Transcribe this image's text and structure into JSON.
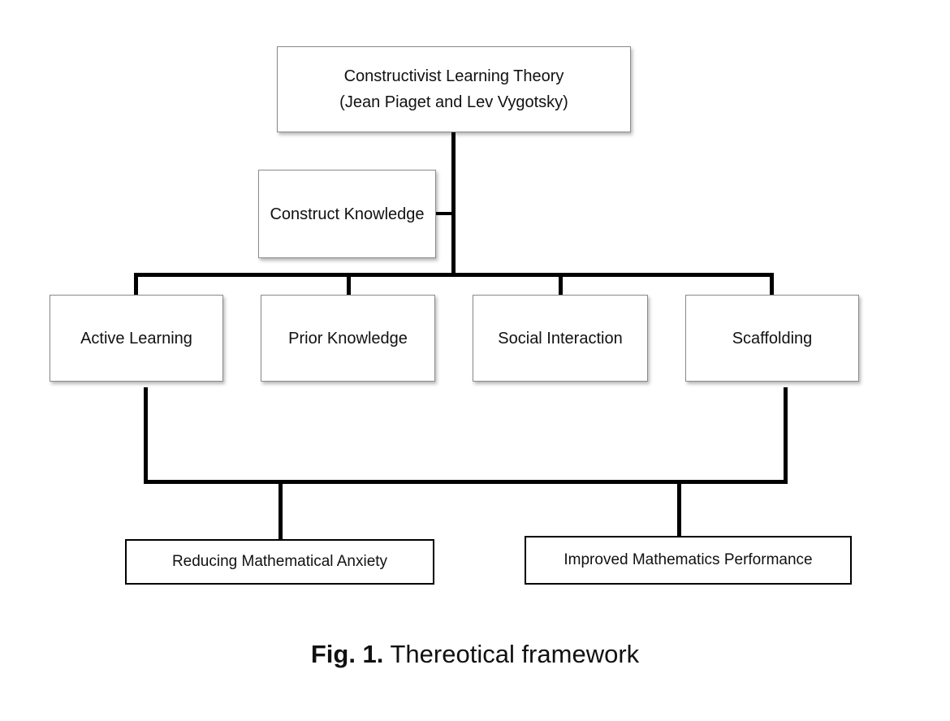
{
  "diagram": {
    "root": {
      "line1": "Constructivist Learning Theory",
      "line2": "(Jean Piaget and Lev Vygotsky)"
    },
    "side_node": "Construct Knowledge",
    "principles": [
      "Active Learning",
      "Prior Knowledge",
      "Social Interaction",
      "Scaffolding"
    ],
    "outcomes": [
      "Reducing Mathematical Anxiety",
      "Improved Mathematics Performance"
    ]
  },
  "caption": {
    "label": "Fig. 1.",
    "text": "Thereotical framework"
  }
}
